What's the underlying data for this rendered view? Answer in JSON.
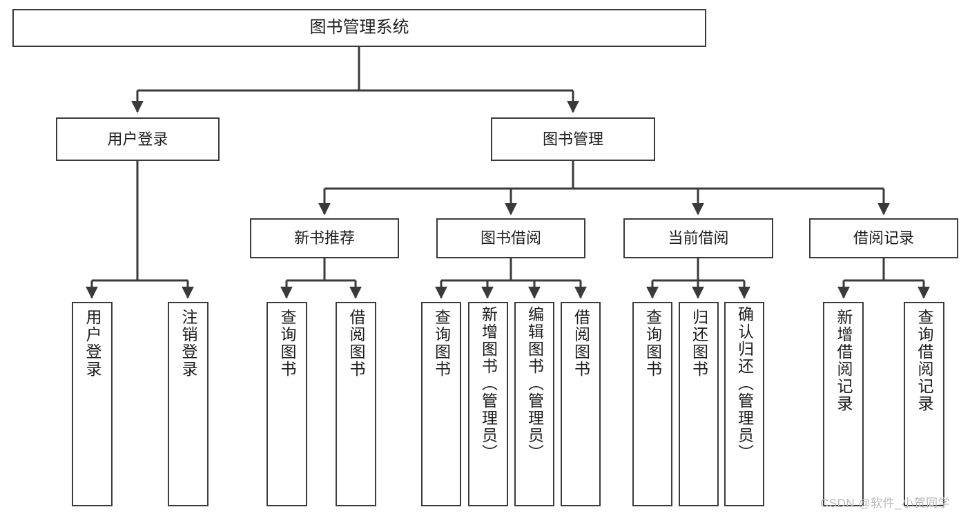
{
  "diagram": {
    "title": "图书管理系统",
    "type": "tree-hierarchy-chart",
    "root": {
      "label": "图书管理系统"
    },
    "level2": [
      {
        "label": "用户登录"
      },
      {
        "label": "图书管理"
      }
    ],
    "level3": [
      {
        "label": "新书推荐"
      },
      {
        "label": "图书借阅"
      },
      {
        "label": "当前借阅"
      },
      {
        "label": "借阅记录"
      }
    ],
    "leaves": {
      "user_login": [
        {
          "label": "用户登录"
        },
        {
          "label": "注销登录"
        }
      ],
      "new_book_recommend": [
        {
          "label": "查询图书"
        },
        {
          "label": "借阅图书"
        }
      ],
      "book_borrow": [
        {
          "label": "查询图书"
        },
        {
          "label": "新增图书（管理员）"
        },
        {
          "label": "编辑图书（管理员）"
        },
        {
          "label": "借阅图书"
        }
      ],
      "current_borrow": [
        {
          "label": "查询图书"
        },
        {
          "label": "归还图书"
        },
        {
          "label": "确认归还（管理员）"
        }
      ],
      "borrow_record": [
        {
          "label": "新增借阅记录"
        },
        {
          "label": "查询借阅记录"
        }
      ]
    }
  },
  "watermark": {
    "text": "CSDN @软件_小贺同学"
  },
  "colors": {
    "stroke": "#3a3a3a",
    "fill": "#ffffff",
    "text": "#1d1d1d",
    "watermark": "#b9b9b9"
  }
}
